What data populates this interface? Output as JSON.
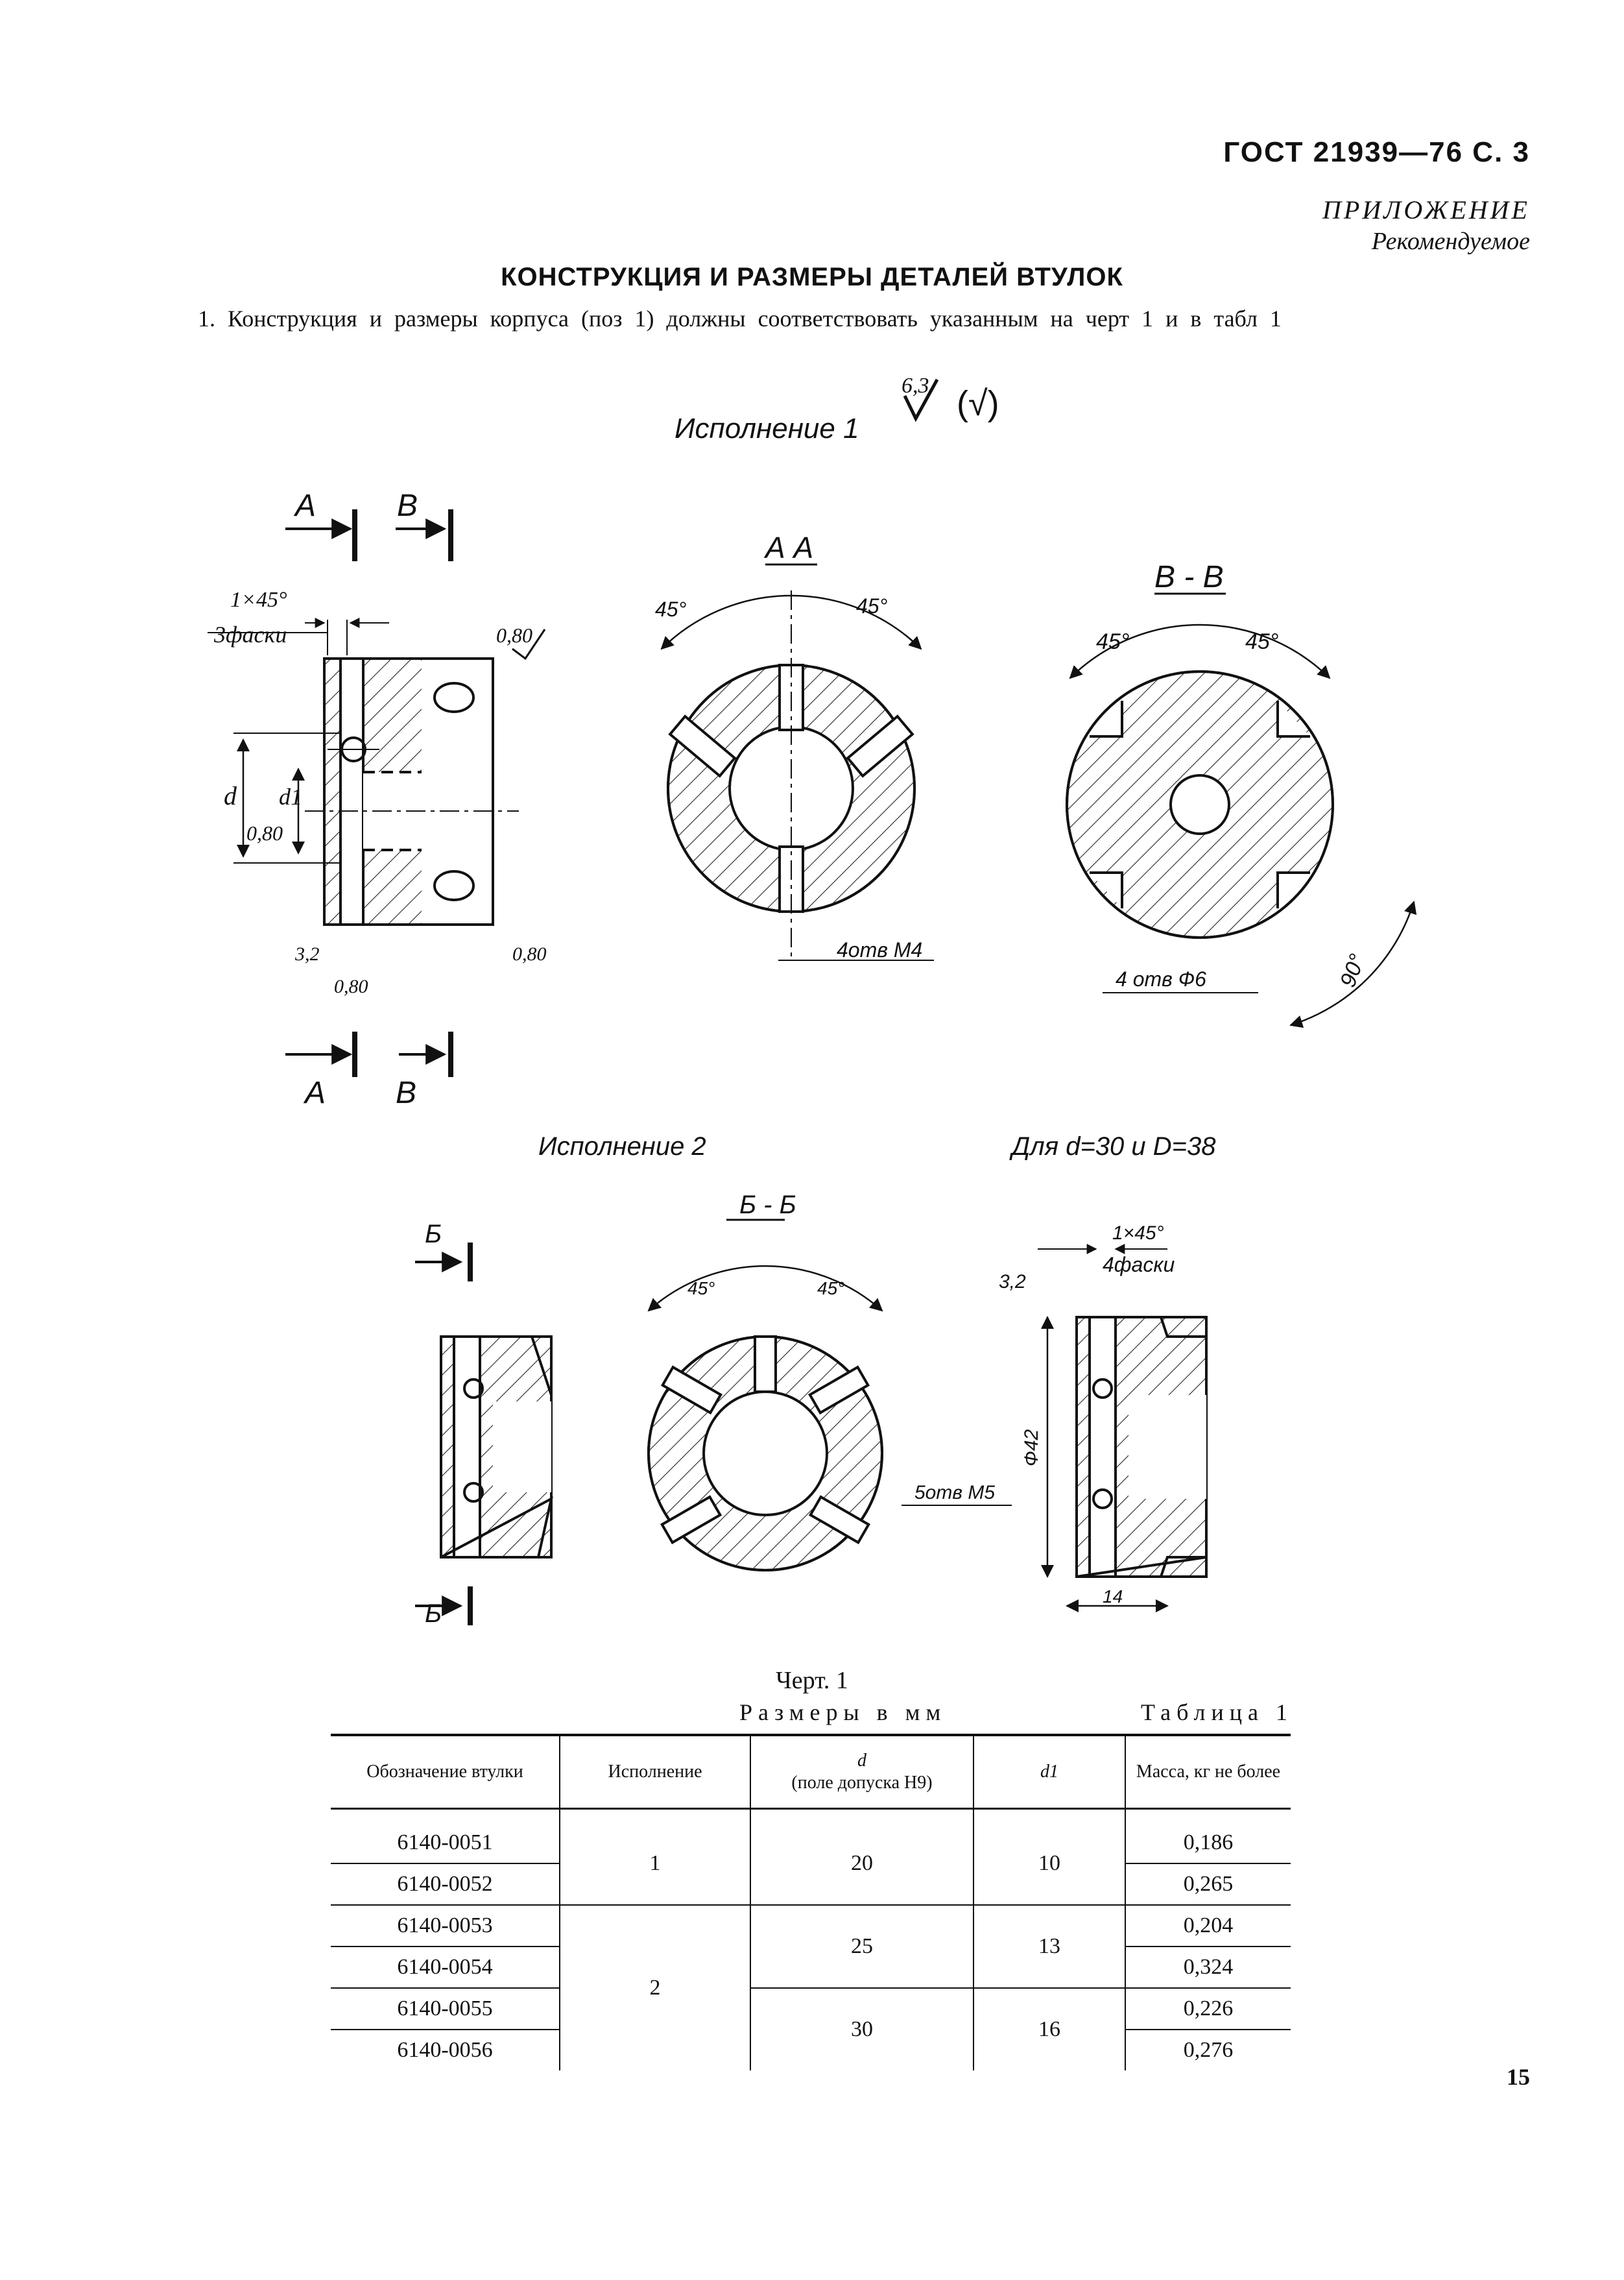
{
  "header": {
    "doc_code": "ГОСТ 21939—76 С. 3",
    "appendix": "ПРИЛОЖЕНИЕ",
    "appendix_status": "Рекомендуемое"
  },
  "section_title": "КОНСТРУКЦИЯ И РАЗМЕРЫ ДЕТАЛЕЙ ВТУЛОК",
  "paragraph": "1. Конструкция и размеры корпуса (поз 1) должны соответствовать указанным на черт 1 и в табл 1",
  "drawing": {
    "roughness_main": "6,3",
    "roughness_paren": "(√)",
    "variant1_label": "Исполнение 1",
    "variant2_label": "Исполнение 2",
    "variant_note": "Для d=30 и D=38",
    "section_aa": "А А",
    "section_bb": "В - В",
    "section_bb2": "Б - Б",
    "arrow_a": "А",
    "arrow_b": "В",
    "arrow_be": "Б",
    "chamfer_1": "1×45°",
    "chamfer_1_note": "3фаски",
    "chamfer_2": "1×45°",
    "chamfer_2_note": "4фаски",
    "rough_080": "0,80",
    "rough_32": "3,2",
    "dim_d": "d",
    "dim_d1": "d1",
    "angle_45": "45°",
    "angle_90": "90°",
    "holes_m4": "4отв М4",
    "holes_m5": "5отв М5",
    "holes_phi6": "4 отв Ф6",
    "dim_phi42": "Ф42",
    "dim_14": "14"
  },
  "caption": "Черт. 1",
  "units_label": "Размеры в мм",
  "table_label": "Таблица 1",
  "table": {
    "headers": [
      "Обозначение втулки",
      "Исполнение",
      "d",
      "(поле допуска H9)",
      "d1",
      "Масса, кг не более"
    ],
    "rows": [
      {
        "designation": "6140-0051",
        "variant": "1",
        "d": "20",
        "d1": "10",
        "mass": "0,186"
      },
      {
        "designation": "6140-0052",
        "variant": "",
        "d": "",
        "d1": "",
        "mass": "0,265"
      },
      {
        "designation": "6140-0053",
        "variant": "2",
        "d": "25",
        "d1": "13",
        "mass": "0,204"
      },
      {
        "designation": "6140-0054",
        "variant": "",
        "d": "",
        "d1": "",
        "mass": "0,324"
      },
      {
        "designation": "6140-0055",
        "variant": "",
        "d": "30",
        "d1": "16",
        "mass": "0,226"
      },
      {
        "designation": "6140-0056",
        "variant": "",
        "d": "",
        "d1": "",
        "mass": "0,276"
      }
    ]
  },
  "page_number": "15"
}
